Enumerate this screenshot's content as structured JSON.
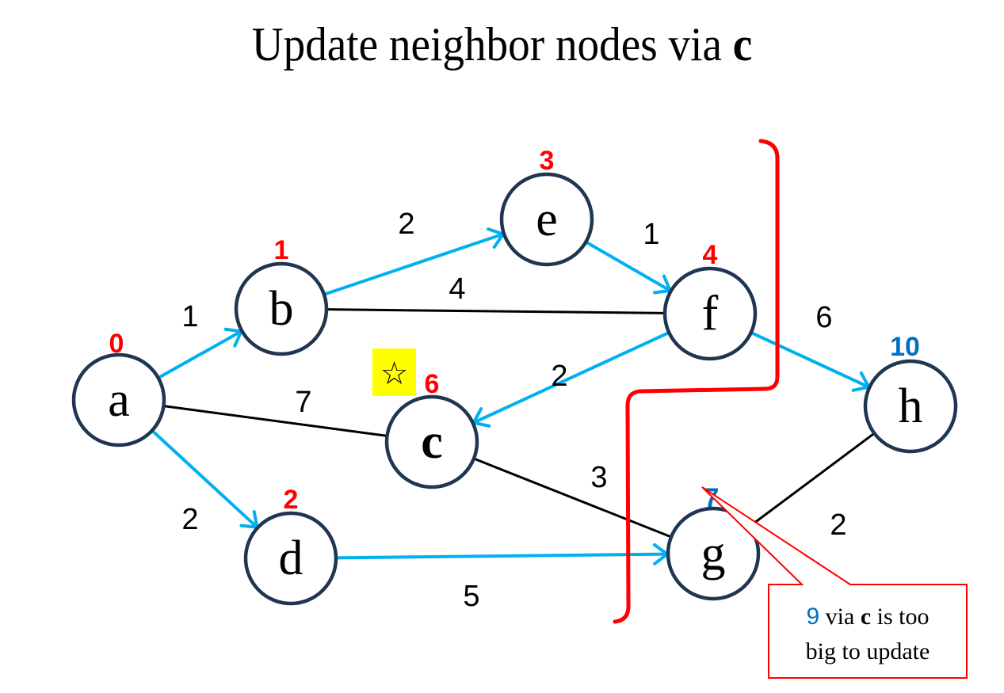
{
  "title": {
    "prefix": "Update neighbor nodes via ",
    "bold": "c"
  },
  "colors": {
    "tree_edge": "#00b0f0",
    "plain_edge": "#000000",
    "finalized_distance": "#ff0000",
    "tentative_distance": "#0070c0",
    "boundary": "#ff0000",
    "highlight": "#ffff00"
  },
  "nodes": [
    {
      "id": "a",
      "label": "a",
      "distance": "0",
      "status": "finalized"
    },
    {
      "id": "b",
      "label": "b",
      "distance": "1",
      "status": "finalized"
    },
    {
      "id": "c",
      "label": "c",
      "distance": "6",
      "status": "finalized",
      "marker": "☆"
    },
    {
      "id": "d",
      "label": "d",
      "distance": "2",
      "status": "finalized"
    },
    {
      "id": "e",
      "label": "e",
      "distance": "3",
      "status": "finalized"
    },
    {
      "id": "f",
      "label": "f",
      "distance": "4",
      "status": "finalized"
    },
    {
      "id": "g",
      "label": "g",
      "distance": "7",
      "status": "tentative"
    },
    {
      "id": "h",
      "label": "h",
      "distance": "10",
      "status": "tentative"
    }
  ],
  "edges": [
    {
      "from": "a",
      "to": "b",
      "weight": "1",
      "tree": true
    },
    {
      "from": "a",
      "to": "c",
      "weight": "7",
      "tree": false
    },
    {
      "from": "a",
      "to": "d",
      "weight": "2",
      "tree": true
    },
    {
      "from": "b",
      "to": "e",
      "weight": "2",
      "tree": true
    },
    {
      "from": "b",
      "to": "f",
      "weight": "4",
      "tree": false
    },
    {
      "from": "e",
      "to": "f",
      "weight": "1",
      "tree": true
    },
    {
      "from": "f",
      "to": "c",
      "weight": "2",
      "tree": true
    },
    {
      "from": "f",
      "to": "h",
      "weight": "6",
      "tree": true
    },
    {
      "from": "c",
      "to": "g",
      "weight": "3",
      "tree": false
    },
    {
      "from": "d",
      "to": "g",
      "weight": "5",
      "tree": true
    },
    {
      "from": "g",
      "to": "h",
      "weight": "2",
      "tree": false
    }
  ],
  "callout": {
    "number": "9",
    "line1_mid": " via ",
    "line1_bold": "c",
    "line1_end": " is too",
    "line2": "big to update",
    "points_to": "g"
  }
}
